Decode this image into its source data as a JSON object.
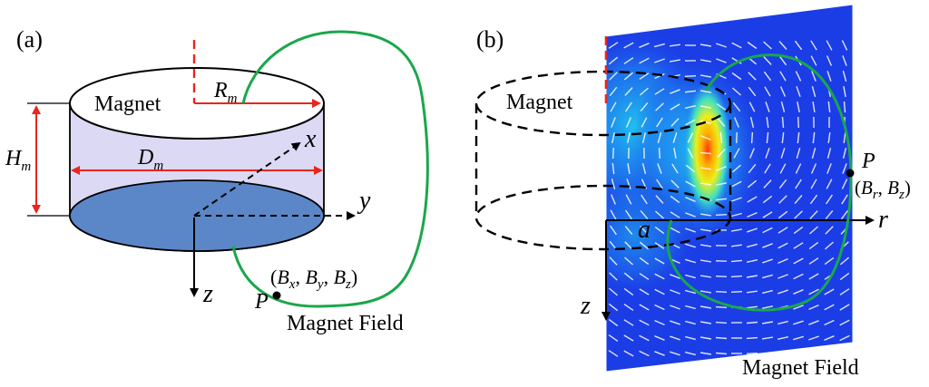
{
  "panel_a": {
    "label": "(a)",
    "magnet_label": "Magnet",
    "field_label": "Magnet Field",
    "radius": {
      "symbol": "R",
      "sub": "m"
    },
    "height": {
      "symbol": "H",
      "sub": "m"
    },
    "diameter": {
      "symbol": "D",
      "sub": "m"
    },
    "axes": {
      "x": "x",
      "y": "y",
      "z": "z"
    },
    "point": "P",
    "field_components": {
      "open": "(",
      "b": "B",
      "sx": "x",
      "sy": "y",
      "sz": "z",
      "sep": ", ",
      "close": ")"
    }
  },
  "panel_b": {
    "label": "(b)",
    "magnet_label": "Magnet",
    "field_label": "Magnet Field",
    "axes": {
      "r": "r",
      "z": "z"
    },
    "radius_symbol": "a",
    "point": "P",
    "field_components": {
      "open": "(",
      "b": "B",
      "sr": "r",
      "sz": "z",
      "sep": ", ",
      "close": ")"
    }
  },
  "colors": {
    "magnet_side": "#dcd9f5",
    "magnet_bottom": "#5b86c8",
    "dimension": "#e8261e",
    "field_line": "#1aa64b",
    "field_bg": "#1b3de6",
    "dashed": "#000000"
  }
}
